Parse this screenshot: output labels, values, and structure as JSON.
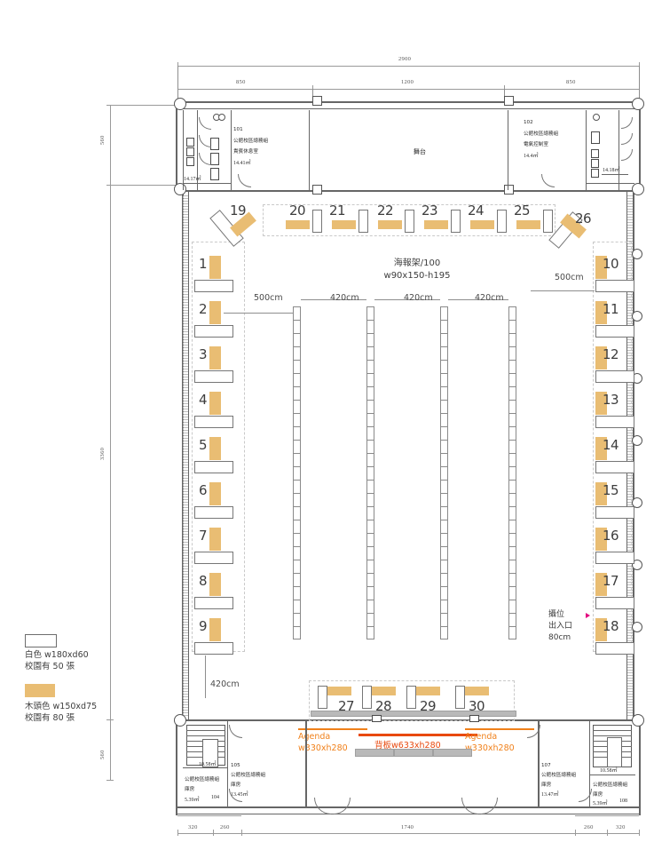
{
  "plan": {
    "title": "Exhibition Hall Floor Plan",
    "center_label": {
      "line1": "海報架/100",
      "line2": "w90x150-h195"
    }
  },
  "dimensions": {
    "top_total": "2900",
    "top_segments": [
      "850",
      "1200",
      "850"
    ],
    "left_segments": [
      "560",
      "3360",
      "560"
    ],
    "bottom_segments": [
      "320",
      "260",
      "1740",
      "260",
      "320"
    ]
  },
  "aisles": {
    "left_500": "500cm",
    "mid_420_a": "420cm",
    "mid_420_b": "420cm",
    "mid_420_c": "420cm",
    "right_500": "500cm",
    "bottom_420": "420cm"
  },
  "rooms": [
    {
      "id": "room-101",
      "code": "101",
      "org": "公館校區總務組",
      "name": "貴賓休息室",
      "area": "14.41㎡"
    },
    {
      "id": "room-102",
      "code": "102",
      "org": "公館校區總務組",
      "name": "電氣控制室",
      "area": "14.4㎡"
    },
    {
      "id": "room-105",
      "code": "105",
      "org": "公館校區總務組",
      "name": "庫房",
      "area": "13.45㎡"
    },
    {
      "id": "room-104",
      "code": "104",
      "org": "公館校區總務組",
      "name": "庫房",
      "area": "5.39㎡"
    },
    {
      "id": "room-107",
      "code": "107",
      "org": "公館校區總務組",
      "name": "庫房",
      "area": "13.47㎡"
    },
    {
      "id": "room-108",
      "code": "108",
      "org": "公館校區總務組",
      "name": "庫房",
      "area": "5.39㎡"
    }
  ],
  "stage": {
    "label": "舞台"
  },
  "areas": {
    "top_left_lobby": "14.17㎡",
    "top_right_lobby": "14.18㎡",
    "stair_left": "10.58㎡",
    "stair_right": "10.58㎡"
  },
  "booths": {
    "left_column": [
      "1",
      "2",
      "3",
      "4",
      "5",
      "6",
      "7",
      "8",
      "9"
    ],
    "right_column": [
      "10",
      "11",
      "12",
      "13",
      "14",
      "15",
      "16",
      "17",
      "18"
    ],
    "top_row": [
      "19",
      "20",
      "21",
      "22",
      "23",
      "24",
      "25",
      "26"
    ],
    "bottom_row": [
      "27",
      "28",
      "29",
      "30"
    ]
  },
  "legend": [
    {
      "swatch": "white",
      "color": "#ffffff",
      "line1": "白色  w180xd60",
      "line2": "校園有 50 張"
    },
    {
      "swatch": "wood",
      "color": "#e9bd73",
      "line1": "木頭色  w150xd75",
      "line2": "校園有 80 張"
    }
  ],
  "entry_note": {
    "line1": "攝位",
    "line2": "出入口",
    "line3": "80cm"
  },
  "bottom_signage": {
    "agenda_left": {
      "line1": "Agenda",
      "line2": "w330xh280"
    },
    "agenda_right": {
      "line1": "Agenda",
      "line2": "w330xh280"
    },
    "backdrop": "背板w633xh280"
  },
  "colors": {
    "wood": "#e9bd73",
    "orange": "#f0801a",
    "red_orange": "#e8490f",
    "magenta": "#e3007f",
    "wall": "#4a4a4a"
  }
}
